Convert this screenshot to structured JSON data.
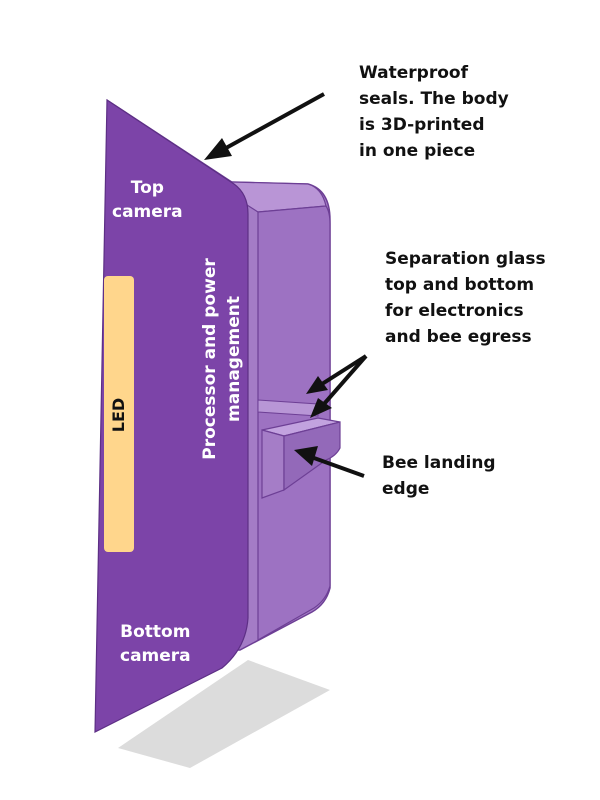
{
  "labels": {
    "waterproof": [
      "Waterproof",
      "seals. The body",
      "is 3D-printed",
      "in one piece"
    ],
    "separation": [
      "Separation glass",
      "top and bottom",
      "for electronics",
      "and bee egress"
    ],
    "landing": [
      "Bee landing",
      "edge"
    ],
    "top_camera": [
      "Top",
      "camera"
    ],
    "bottom_camera": [
      "Bottom",
      "camera"
    ],
    "processor": [
      "Processor and power",
      "management"
    ],
    "led": "LED"
  },
  "colors": {
    "body_front": "#7c44a8",
    "body_side": "#a77fc9",
    "body_top": "#b895d4",
    "led_strip": "#ffd58a",
    "shadow": "#d8d8d8",
    "arrow": "#111111"
  }
}
